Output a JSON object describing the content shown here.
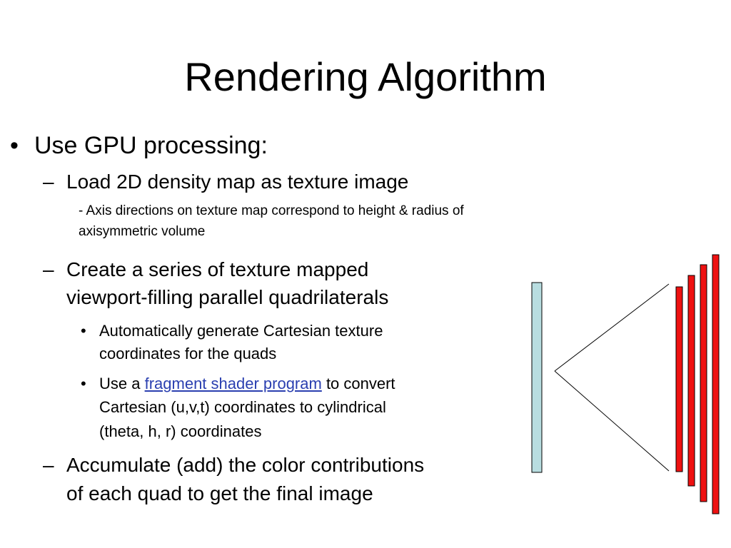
{
  "slide": {
    "title": "Rendering Algorithm",
    "bullet_symbol": "•",
    "dash_symbol": "–",
    "point1": "Use GPU processing:",
    "sub1": "Load 2D density map as texture image",
    "note1_line1": "- Axis directions on texture map correspond to height & radius of",
    "note1_line2": "axisymmetric volume",
    "sub2_line1": "Create a series of texture mapped",
    "sub2_line2": "viewport-filling parallel quadrilaterals",
    "subsub1_line1": "Automatically generate Cartesian texture",
    "subsub1_line2": "coordinates for the quads",
    "subsub2_prefix": "Use a ",
    "subsub2_link": "fragment shader program",
    "subsub2_suffix": " to convert",
    "subsub2_line2": "Cartesian (u,v,t) coordinates to cylindrical",
    "subsub2_line3": "(theta, h, r) coordinates",
    "sub3_line1": "Accumulate (add) the color contributions",
    "sub3_line2": "of each quad to get the final image"
  },
  "diagram": {
    "viewport_color": "#b8dde0",
    "quad_color": "#ee1111",
    "quad_count": 4,
    "outline_color": "#000000"
  }
}
